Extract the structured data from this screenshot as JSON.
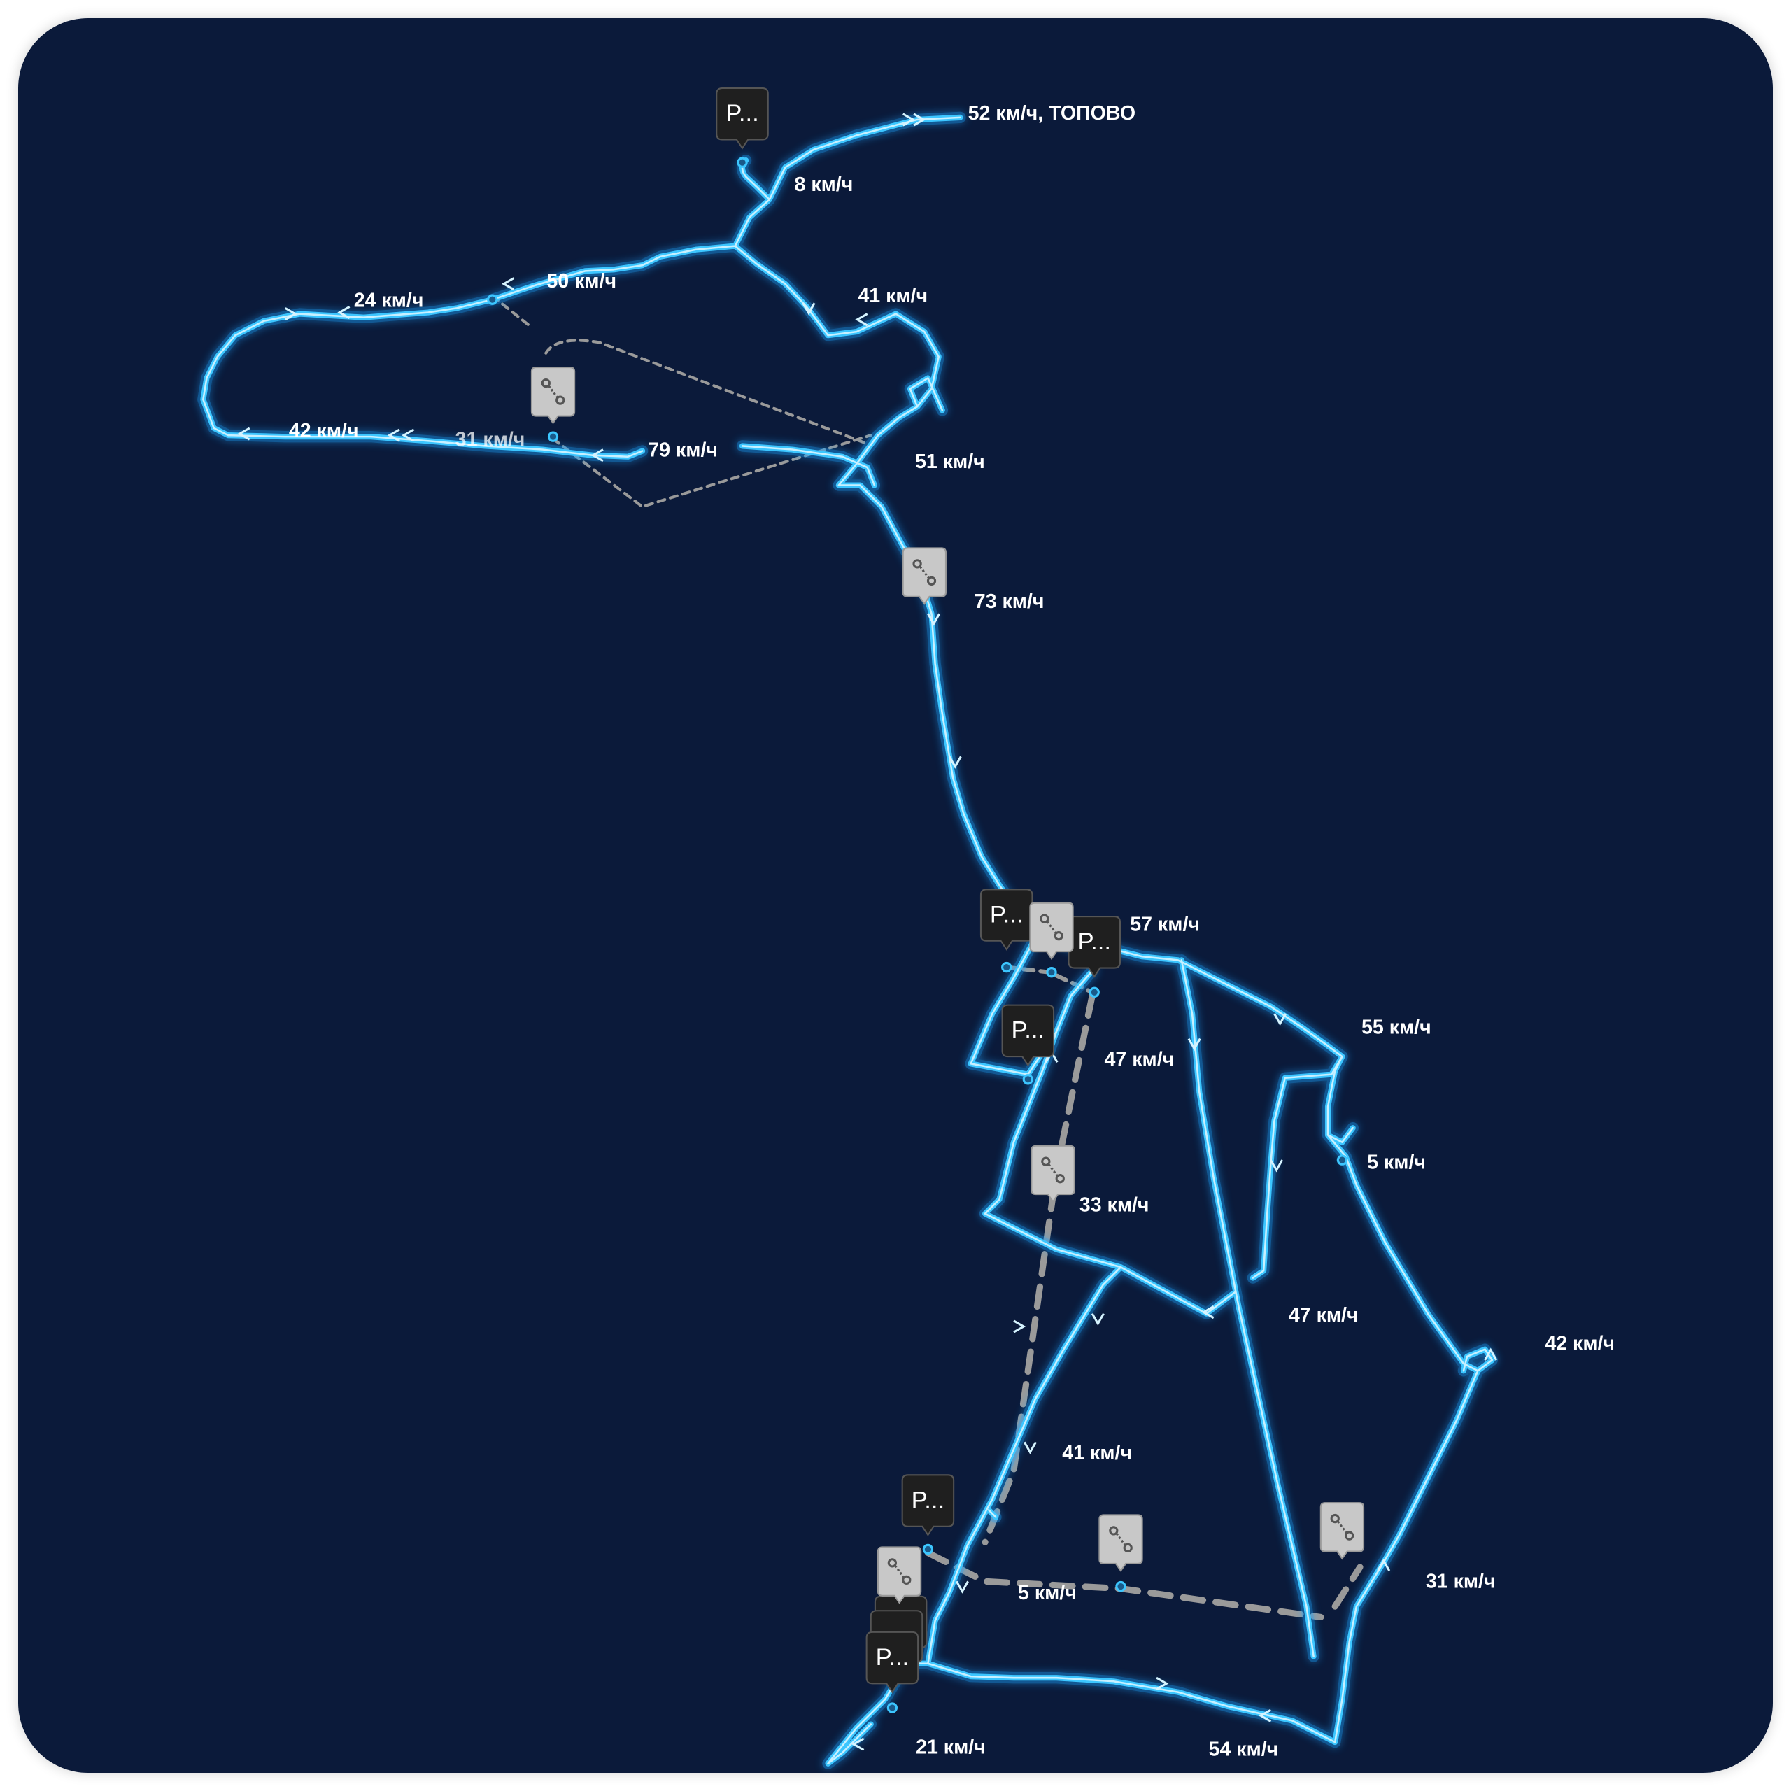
{
  "colors": {
    "background": "#0b1a3a",
    "track": "#3cc6ff",
    "track_glow": "#1ea4ff",
    "track_core": "#d6f4ff",
    "dashed_gap": "#9a9a9a",
    "parking_marker": "#1f1f1f",
    "gap_marker": "#c8c8c8",
    "label_text": "#ffffff"
  },
  "parking_marker_label": "P...",
  "marker_icons": {
    "parking": "parking-pin-icon",
    "gap": "gps-gap-pin-icon",
    "route_gap": "route-gap-pin-icon"
  },
  "speed_labels": [
    {
      "id": "s52",
      "text": "52 км/ч, ТОПОВО"
    },
    {
      "id": "s8",
      "text": "8 км/ч"
    },
    {
      "id": "s50",
      "text": "50 км/ч"
    },
    {
      "id": "s24",
      "text": "24 км/ч"
    },
    {
      "id": "s41a",
      "text": "41 км/ч"
    },
    {
      "id": "s42a",
      "text": "42 км/ч"
    },
    {
      "id": "s31a",
      "text": "31 км/ч"
    },
    {
      "id": "s79",
      "text": "79 км/ч"
    },
    {
      "id": "s51",
      "text": "51 км/ч"
    },
    {
      "id": "s73",
      "text": "73 км/ч"
    },
    {
      "id": "s57",
      "text": "57 км/ч"
    },
    {
      "id": "s55",
      "text": "55 км/ч"
    },
    {
      "id": "s47a",
      "text": "47 км/ч"
    },
    {
      "id": "s5a",
      "text": "5 км/ч"
    },
    {
      "id": "s33",
      "text": "33 км/ч"
    },
    {
      "id": "s47b",
      "text": "47 км/ч"
    },
    {
      "id": "s42b",
      "text": "42 км/ч"
    },
    {
      "id": "s41b",
      "text": "41 км/ч"
    },
    {
      "id": "s31b",
      "text": "31 км/ч"
    },
    {
      "id": "s5b",
      "text": "5 км/ч"
    },
    {
      "id": "s21",
      "text": "21 км/ч"
    },
    {
      "id": "s54",
      "text": "54 км/ч"
    }
  ]
}
